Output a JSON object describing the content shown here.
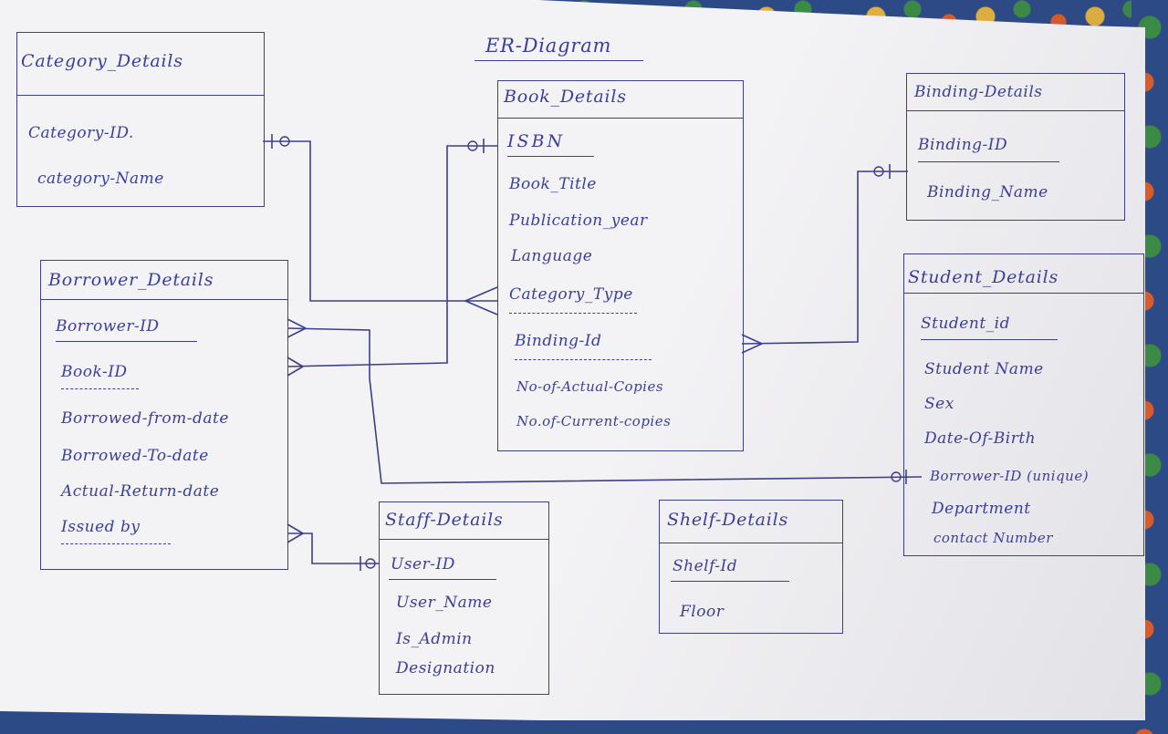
{
  "title": "ER-Diagram",
  "ink_color": "#3a3f9a",
  "paper_color": "#f3f2f5",
  "entities": {
    "category": {
      "name": "Category_Details",
      "attrs": [
        "Category-ID.",
        "category-Name"
      ]
    },
    "book": {
      "name": "Book_Details",
      "attrs": [
        "ISBN",
        "Book_Title",
        "Publication_year",
        "Language",
        "Category_Type",
        "Binding-Id",
        "No-of-Actual-Copies",
        "No.of-Current-copies"
      ]
    },
    "binding": {
      "name": "Binding-Details",
      "attrs": [
        "Binding-ID",
        "Binding_Name"
      ]
    },
    "borrower": {
      "name": "Borrower_Details",
      "attrs": [
        "Borrower-ID",
        "Book-ID",
        "Borrowed-from-date",
        "Borrowed-To-date",
        "Actual-Return-date",
        "Issued by"
      ]
    },
    "student": {
      "name": "Student_Details",
      "attrs": [
        "Student_id",
        "Student Name",
        "Sex",
        "Date-Of-Birth",
        "Borrower-ID (unique)",
        "Department",
        "contact Number"
      ]
    },
    "staff": {
      "name": "Staff-Details",
      "attrs": [
        "User-ID",
        "User_Name",
        "Is_Admin",
        "Designation"
      ]
    },
    "shelf": {
      "name": "Shelf-Details",
      "attrs": [
        "Shelf-Id",
        "Floor"
      ]
    }
  },
  "markers": {
    "one": "-|0",
    "one_b": "-0|",
    "many": "<"
  }
}
